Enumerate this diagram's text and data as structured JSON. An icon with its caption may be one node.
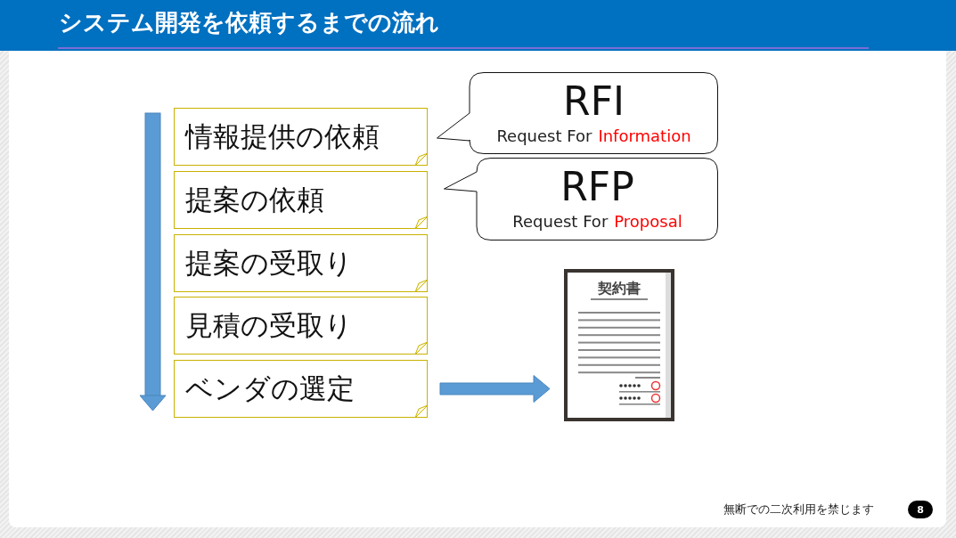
{
  "diagram": {
    "title": "システム開発を依頼するまでの流れ",
    "nodes": [
      {
        "text": [
          "情報提供の依頼"
        ]
      },
      {
        "text": [
          "提案の依頼"
        ]
      },
      {
        "text": [
          "提案の受取り"
        ]
      },
      {
        "text": [
          "見積の受取り"
        ]
      },
      {
        "text": [
          "ベンダの選定"
        ]
      },
      {
        "text": [
          "RFI",
          "Request For",
          "Information"
        ]
      },
      {
        "text": [
          "RFP",
          "Request For",
          "Proposal"
        ]
      },
      {
        "text": [
          "契約書"
        ]
      }
    ],
    "edges": [
      {
        "from": 4,
        "to": 7,
        "arrow": "to",
        "style": "thick"
      }
    ],
    "labels": [
      "無断での二次利用を禁じます",
      "8"
    ]
  }
}
